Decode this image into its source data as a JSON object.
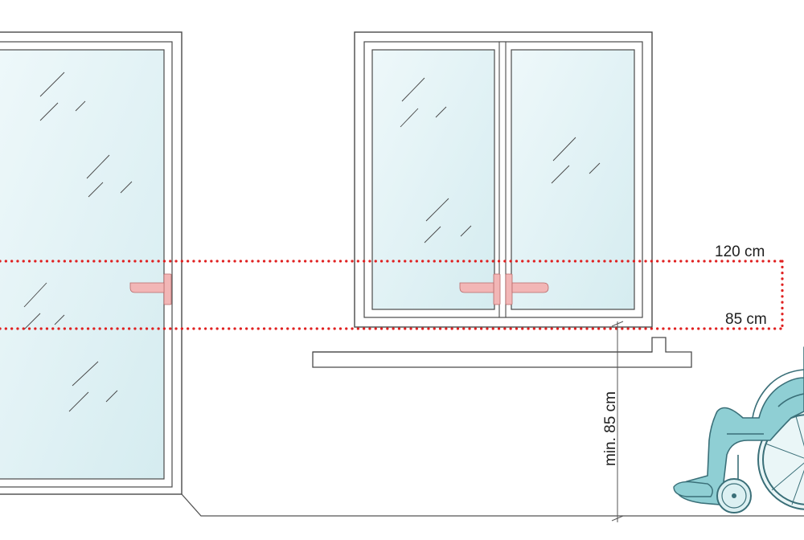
{
  "labels": {
    "upper_height": "120 cm",
    "lower_height": "85 cm",
    "min_sill_height": "min. 85 cm"
  },
  "colors": {
    "frame": "#4a4a4a",
    "glass": "#e3f2f5",
    "handle": "#f2b6b6",
    "dotted_band": "#e02020",
    "wheelchair": "#8fcfd4",
    "wheelchair_outline": "#3a6f78"
  },
  "icons": {
    "door": "door-icon",
    "window": "window-icon",
    "wheelchair": "wheelchair-icon"
  }
}
